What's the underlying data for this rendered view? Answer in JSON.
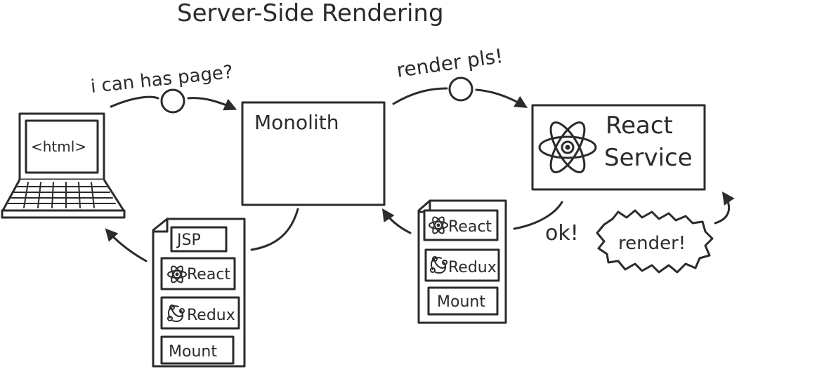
{
  "title": "Server-Side Rendering",
  "laptop": {
    "screen_text": "<html>"
  },
  "monolith": {
    "label": "Monolith"
  },
  "react_service": {
    "line1": "React",
    "line2": "Service"
  },
  "messages": {
    "request_page": "i can has page?",
    "render_request": "render pls!",
    "ok": "ok!",
    "render_burst": "render!"
  },
  "bundle_left": {
    "items": [
      "JSP",
      "React",
      "Redux",
      "Mount"
    ]
  },
  "bundle_right": {
    "items": [
      "React",
      "Redux",
      "Mount"
    ]
  },
  "colors": {
    "ink": "#2b2b2b",
    "background": "#ffffff"
  }
}
